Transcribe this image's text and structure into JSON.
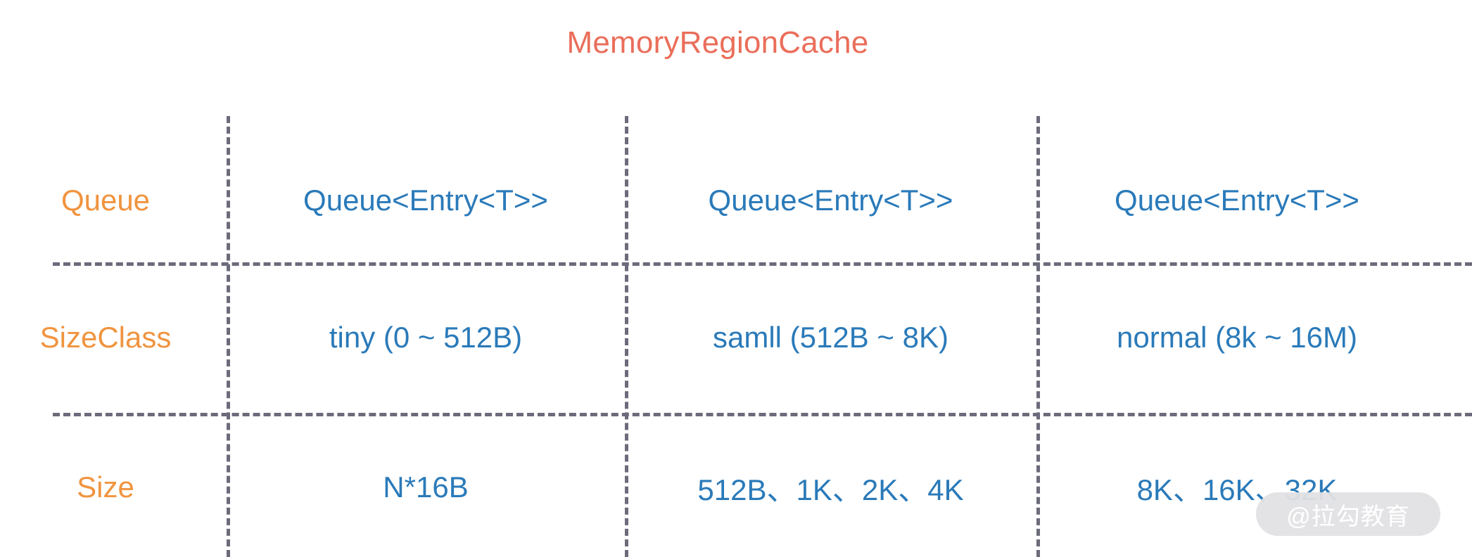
{
  "title": "MemoryRegionCache",
  "colors": {
    "title": "#ea6e5a",
    "row_label": "#f0943f",
    "cell_text": "#2a7ab9",
    "grid_line": "#6b6b7b",
    "background": "#ffffff",
    "watermark_pill": "#e2e2e4",
    "watermark_text": "#ffffff"
  },
  "table": {
    "row_labels": [
      "Queue",
      "SizeClass",
      "Size"
    ],
    "rows": [
      {
        "label": "Queue",
        "cells": [
          "Queue<Entry<T>>",
          "Queue<Entry<T>>",
          "Queue<Entry<T>>"
        ]
      },
      {
        "label": "SizeClass",
        "cells": [
          "tiny (0 ~ 512B)",
          "samll (512B ~ 8K)",
          "normal (8k ~ 16M)"
        ]
      },
      {
        "label": "Size",
        "cells": [
          "N*16B",
          "512B、1K、2K、4K",
          "8K、16K、32K"
        ]
      }
    ]
  },
  "watermark": {
    "text": "@拉勾教育"
  }
}
